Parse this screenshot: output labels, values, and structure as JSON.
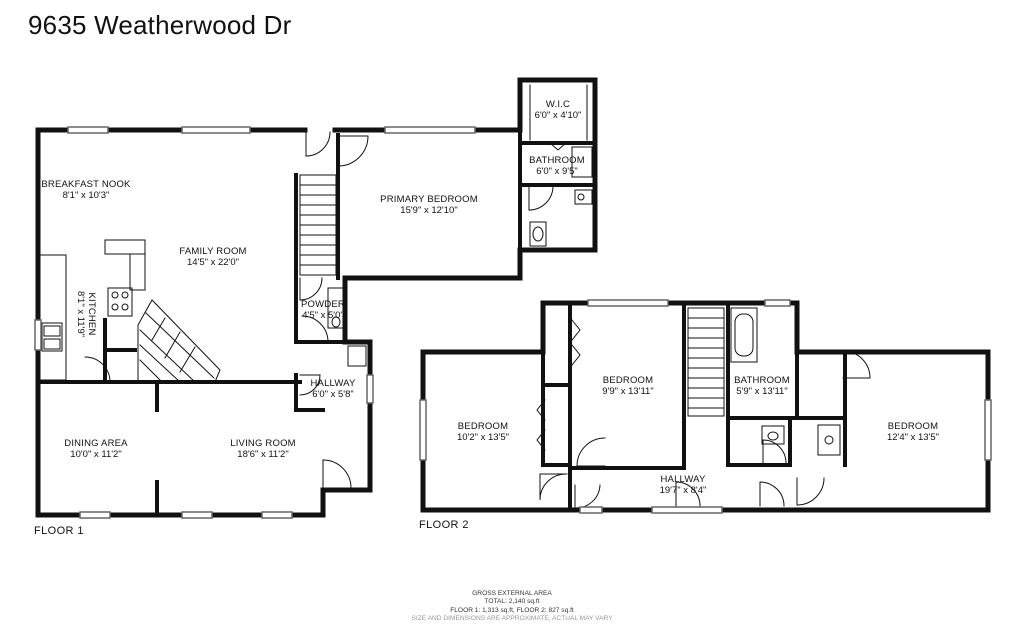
{
  "title": "9635 Weatherwood Dr",
  "floors": [
    {
      "label": "FLOOR 1"
    },
    {
      "label": "FLOOR 2"
    }
  ],
  "rooms": {
    "breakfast_nook": {
      "name": "BREAKFAST NOOK",
      "dims": "8'1\" x 10'3\""
    },
    "family_room": {
      "name": "FAMILY ROOM",
      "dims": "14'5\" x 22'0\""
    },
    "kitchen": {
      "name": "KITCHEN",
      "dims": "8'1\" x 11'9\""
    },
    "primary_bedroom": {
      "name": "PRIMARY BEDROOM",
      "dims": "15'9\" x 12'10\""
    },
    "wic": {
      "name": "W.I.C",
      "dims": "6'0\" x 4'10\""
    },
    "bathroom_1": {
      "name": "BATHROOM",
      "dims": "6'0\" x 9'5\""
    },
    "powder": {
      "name": "POWDER",
      "dims": "4'5\" x 5'0\""
    },
    "hallway_1": {
      "name": "HALLWAY",
      "dims": "6'0\" x 5'8\""
    },
    "dining_area": {
      "name": "DINING AREA",
      "dims": "10'0\" x 11'2\""
    },
    "living_room": {
      "name": "LIVING ROOM",
      "dims": "18'6\" x 11'2\""
    },
    "bedroom_a": {
      "name": "BEDROOM",
      "dims": "9'9\" x 13'11\""
    },
    "bedroom_b": {
      "name": "BEDROOM",
      "dims": "10'2\" x 13'5\""
    },
    "bathroom_2": {
      "name": "BATHROOM",
      "dims": "5'9\" x 13'11\""
    },
    "bedroom_c": {
      "name": "BEDROOM",
      "dims": "12'4\" x 13'5\""
    },
    "hallway_2": {
      "name": "HALLWAY",
      "dims": "19'7\" x 8'4\""
    }
  },
  "footer": {
    "heading": "GROSS EXTERNAL AREA",
    "total": "TOTAL: 2,140 sq.ft",
    "floors": "FLOOR 1: 1,313 sq.ft, FLOOR 2: 827 sq.ft",
    "note": "SIZE AND DIMENSIONS ARE APPROXIMATE, ACTUAL MAY VARY"
  }
}
